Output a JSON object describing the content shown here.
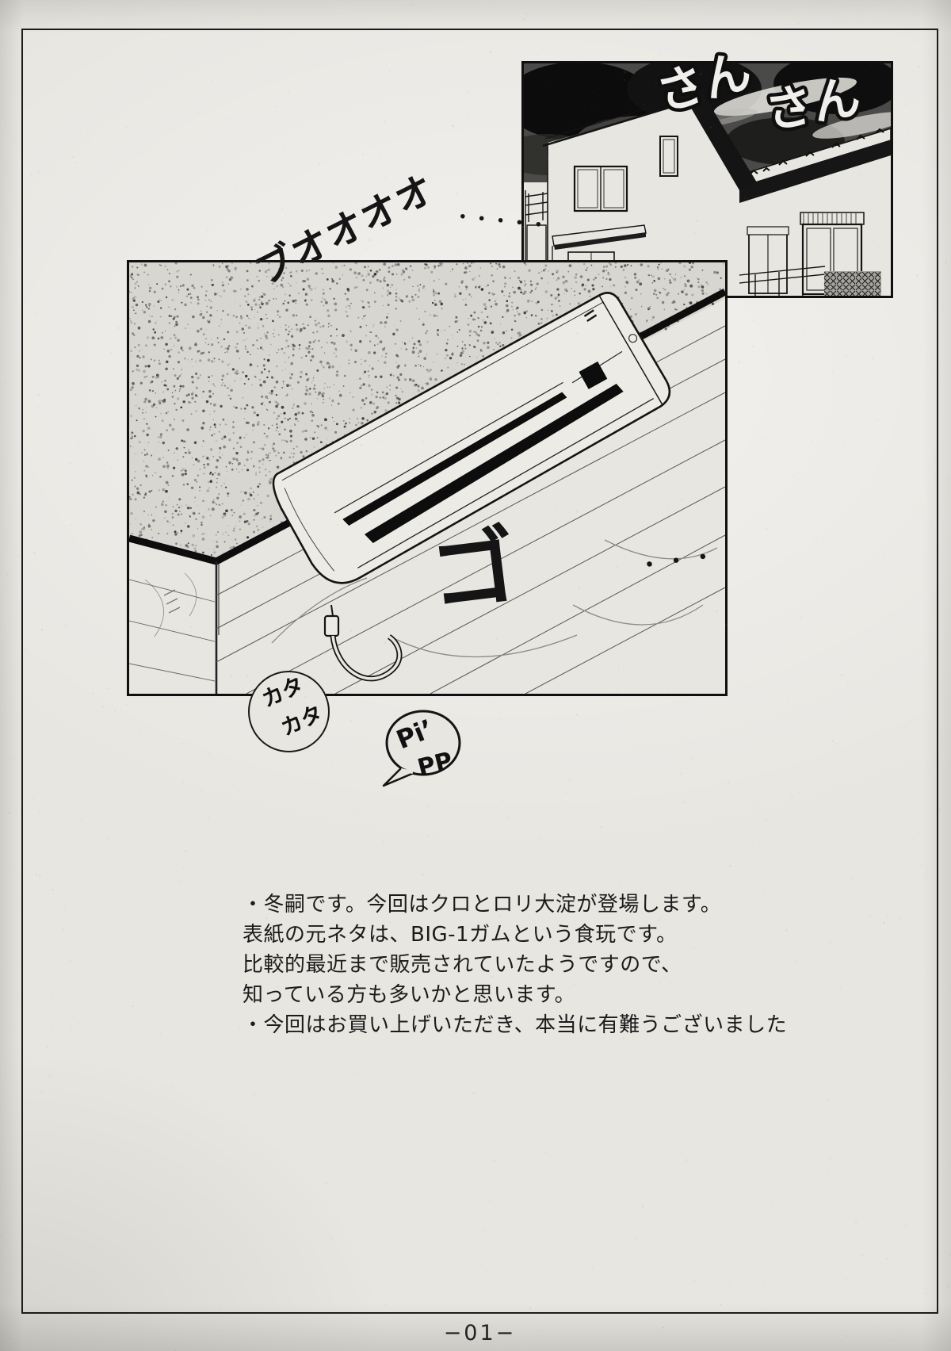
{
  "page": {
    "number_label": "−01−"
  },
  "panels": {
    "house_panel": {
      "sfx_sunshine_1": "さん",
      "sfx_sunshine_2": "さん"
    },
    "ac_panel": {
      "sfx_wind": "ブオオオオ",
      "sfx_wind_dots": "・・・・・",
      "sfx_rumble": "ゴ",
      "sfx_rumble_dots": "・・・",
      "sfx_rattle_line1": "カタ",
      "sfx_rattle_line2": "カタ",
      "sfx_beep_line1": "Pi’",
      "sfx_beep_line2": "PP"
    }
  },
  "author_note": {
    "lines": [
      "・冬嗣です。今回はクロとロリ大淀が登場します。",
      "表紙の元ネタは、BIG-1ガムという食玩です。",
      "比較的最近まで販売されていたようですので、",
      "知っている方も多いかと思います。",
      "・今回はお買い上げいただき、本当に有難うございました"
    ]
  },
  "colors": {
    "paper": "#e8e6e1",
    "ink": "#141414",
    "sky_dark": "#111111"
  }
}
